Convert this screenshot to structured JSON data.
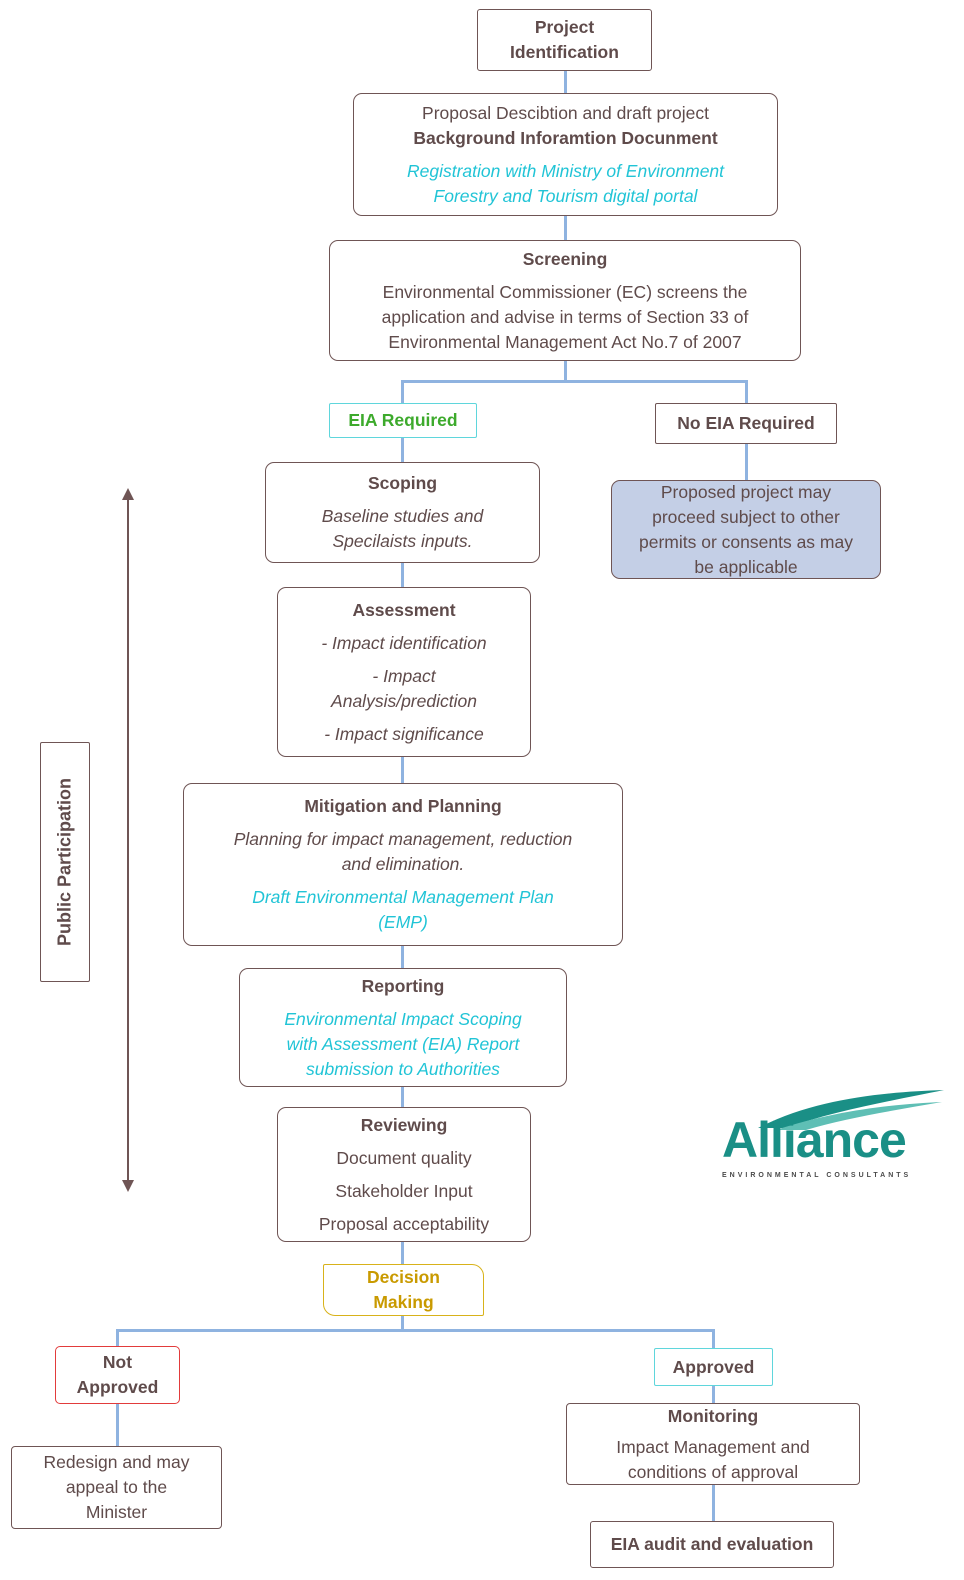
{
  "nodes": {
    "project_identification": [
      "Project",
      "Identification"
    ],
    "proposal": {
      "lines": [
        "Proposal Descibtion and draft project"
      ],
      "bold_line": "Background Inforamtion Docunment",
      "cyan_lines": [
        "Registration with Ministry of Environment",
        "Forestry  and Tourism digital portal"
      ]
    },
    "screening": {
      "title": "Screening",
      "lines": [
        "Environmental Commissioner (EC) screens the",
        "application and advise in terms of Section 33 of",
        "Environmental Management Act No.7 of 2007"
      ]
    },
    "eia_required": "EIA Required",
    "no_eia_required": "No EIA Required",
    "no_eia_outcome": [
      "Proposed project  may",
      "proceed subject to other",
      "permits or consents as may",
      "be applicable"
    ],
    "scoping": {
      "title": "Scoping",
      "lines": [
        "Baseline studies and",
        "Specilaists inputs."
      ]
    },
    "assessment": {
      "title": "Assessment",
      "lines": [
        "-  Impact identification",
        "- Impact",
        "Analysis/prediction",
        "- Impact significance"
      ]
    },
    "mitigation": {
      "title": "Mitigation and Planning",
      "lines": [
        "Planning for impact management, reduction",
        "and elimination."
      ],
      "cyan_lines": [
        "Draft Environmental  Management Plan",
        "(EMP)"
      ]
    },
    "reporting": {
      "title": "Reporting",
      "cyan_lines": [
        "Environmental Impact Scoping",
        "with Assessment (EIA) Report",
        "submission to Authorities"
      ]
    },
    "reviewing": {
      "title": "Reviewing",
      "lines": [
        "Document quality",
        "Stakeholder Input",
        "Proposal acceptability"
      ]
    },
    "decision": [
      "Decision",
      "Making"
    ],
    "not_approved": [
      "Not",
      "Approved"
    ],
    "not_approved_outcome": [
      "Redesign and may",
      "appeal to the",
      "Minister"
    ],
    "approved": "Approved",
    "monitoring": {
      "title": "Monitoring",
      "lines": [
        "Impact Management and",
        "conditions of approval"
      ]
    },
    "audit": "EIA audit and evaluation"
  },
  "side_label": "Public Participation",
  "logo": {
    "name": "Alliance",
    "tagline": "ENVIRONMENTAL CONSULTANTS"
  },
  "colors": {
    "border": "#6f5555",
    "text": "#5f4b4b",
    "connector": "#8fb3e0",
    "cyan": "#21c4d6",
    "green": "#3daa2c",
    "gold": "#c99a00",
    "red": "#e23b3b",
    "highlight_fill": "#c4cfe6",
    "logo_teal": "#1a8f86"
  }
}
